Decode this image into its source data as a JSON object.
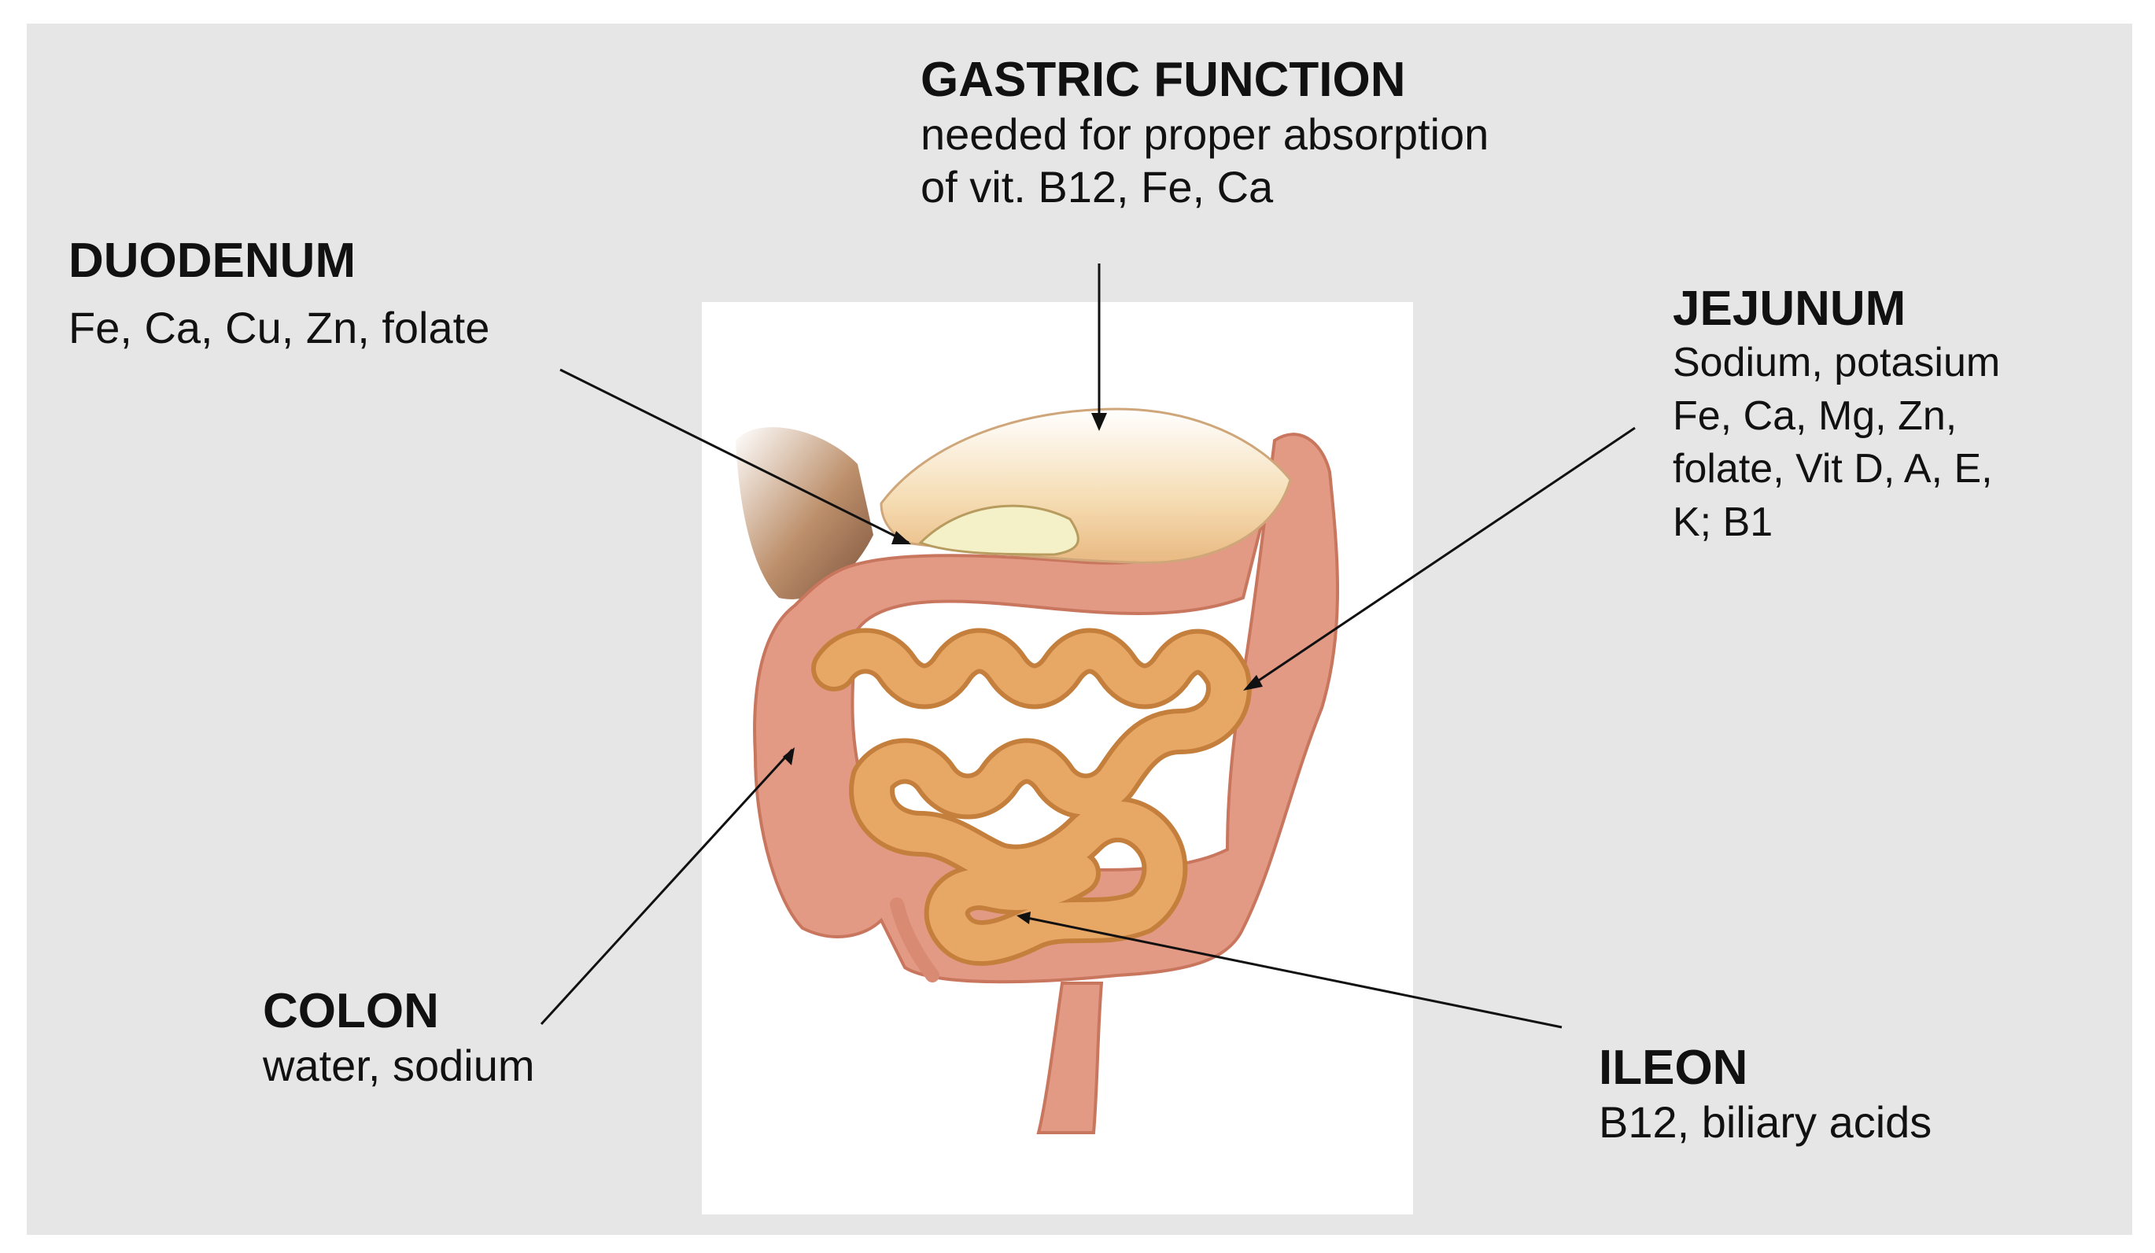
{
  "labels": {
    "gastric": {
      "title": "GASTRIC FUNCTION",
      "lines": [
        "needed for proper absorption",
        "of vit. B12, Fe, Ca"
      ]
    },
    "duodenum": {
      "title": "DUODENUM",
      "lines": [
        "Fe, Ca, Cu, Zn, folate"
      ]
    },
    "jejunum": {
      "title": "JEJUNUM",
      "lines": [
        "Sodium, potasium",
        "Fe, Ca, Mg, Zn,",
        "folate, Vit D, A, E,",
        "K; B1"
      ]
    },
    "colon": {
      "title": "COLON",
      "lines": [
        "water, sodium"
      ]
    },
    "ileon": {
      "title": "ILEON",
      "lines": [
        "B12, biliary acids"
      ]
    }
  },
  "colors": {
    "background": "#e6e6e6",
    "small_intestine": "#e8a865",
    "colon": "#e39a85",
    "stomach": "#f1d4a6"
  }
}
